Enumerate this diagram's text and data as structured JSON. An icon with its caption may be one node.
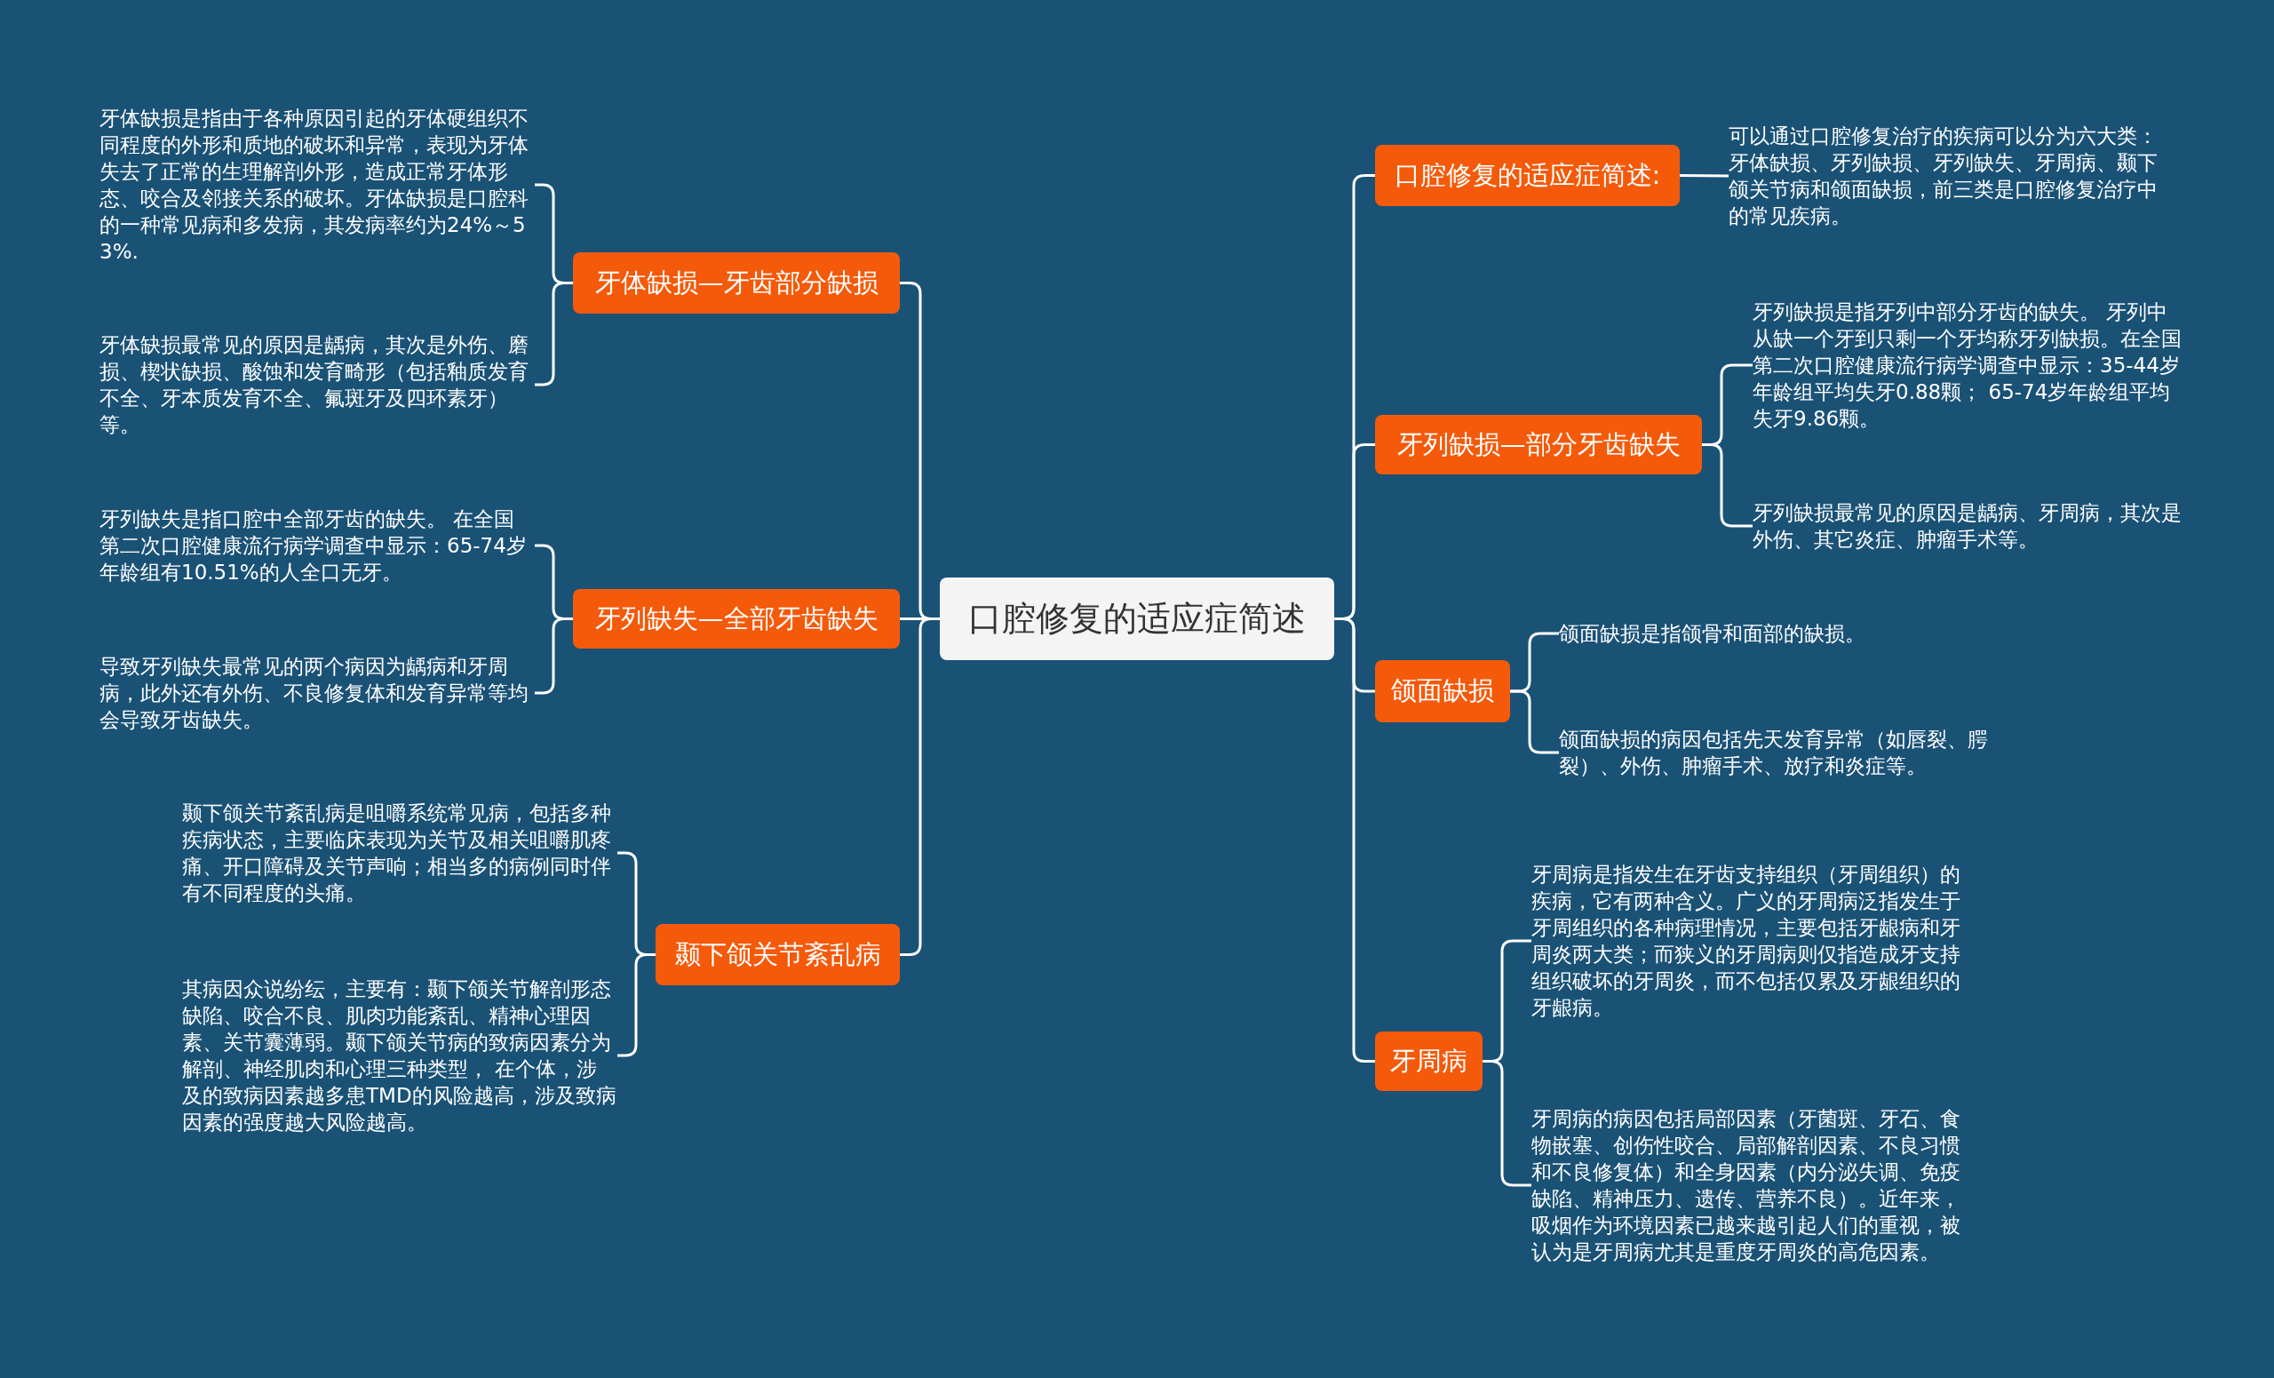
{
  "diagram": {
    "nodes": [
      {
        "text": [
          "口腔修复的适应症简述"
        ]
      },
      {
        "text": [
          "牙体缺损—牙齿部分缺损"
        ]
      },
      {
        "text": [
          "牙体缺损是指由于各种原因引起的牙体硬组织不同程度的外形和质地的破坏和异常，表现为牙体失去了正常的生理解剖外形，造成正常牙体形态、咬合及邻接关系的破坏。牙体缺损是口腔科的一种常见病和多发病，其发病率约为24%～53%."
        ]
      },
      {
        "text": [
          "牙体缺损最常见的原因是龋病，其次是外伤、磨损、楔状缺损、酸蚀和发育畸形（包括釉质发育不全、牙本质发育不全、氟斑牙及四环素牙）等。"
        ]
      },
      {
        "text": [
          "牙列缺失—全部牙齿缺失"
        ]
      },
      {
        "text": [
          "牙列缺失是指口腔中全部牙齿的缺失。 在全国第二次口腔健康流行病学调查中显示：65-74岁年龄组有10.51%的人全口无牙。"
        ]
      },
      {
        "text": [
          "导致牙列缺失最常见的两个病因为龋病和牙周病，此外还有外伤、不良修复体和发育异常等均会导致牙齿缺失。"
        ]
      },
      {
        "text": [
          "颞下颌关节紊乱病"
        ]
      },
      {
        "text": [
          "颞下颌关节紊乱病是咀嚼系统常见病，包括多种疾病状态，主要临床表现为关节及相关咀嚼肌疼痛、开口障碍及关节声响；相当多的病例同时伴有不同程度的头痛。"
        ]
      },
      {
        "text": [
          "其病因众说纷纭，主要有：颞下颌关节解剖形态缺陷、咬合不良、肌肉功能紊乱、精神心理因素、关节囊薄弱。颞下颌关节病的致病因素分为解剖、神经肌肉和心理三种类型， 在个体，涉及的致病因素越多患TMD的风险越高，涉及致病因素的强度越大风险越高。"
        ]
      },
      {
        "text": [
          "口腔修复的适应症简述:"
        ]
      },
      {
        "text": [
          "可以通过口腔修复治疗的疾病可以分为六大类：牙体缺损、牙列缺损、牙列缺失、牙周病、颞下颌关节病和颌面缺损，前三类是口腔修复治疗中的常见疾病。"
        ]
      },
      {
        "text": [
          "牙列缺损—部分牙齿缺失"
        ]
      },
      {
        "text": [
          "牙列缺损是指牙列中部分牙齿的缺失。 牙列中从缺一个牙到只剩一个牙均称牙列缺损。在全国第二次口腔健康流行病学调查中显示：35-44岁年龄组平均失牙0.88颗； 65-74岁年龄组平均失牙9.86颗。"
        ]
      },
      {
        "text": [
          "牙列缺损最常见的原因是龋病、牙周病，其次是外伤、其它炎症、肿瘤手术等。"
        ]
      },
      {
        "text": [
          "颌面缺损"
        ]
      },
      {
        "text": [
          "颌面缺损是指颌骨和面部的缺损。"
        ]
      },
      {
        "text": [
          "颌面缺损的病因包括先天发育异常（如唇裂、腭裂）、外伤、肿瘤手术、放疗和炎症等。"
        ]
      },
      {
        "text": [
          "牙周病"
        ]
      },
      {
        "text": [
          "牙周病是指发生在牙齿支持组织（牙周组织）的疾病，它有两种含义。广义的牙周病泛指发生于牙周组织的各种病理情况，主要包括牙龈病和牙周炎两大类；而狭义的牙周病则仅指造成牙支持组织破坏的牙周炎，而不包括仅累及牙龈组织的牙龈病。"
        ]
      },
      {
        "text": [
          "牙周病的病因包括局部因素（牙菌斑、牙石、食物嵌塞、创伤性咬合、局部解剖因素、不良习惯和不良修复体）和全身因素（内分泌失调、免疫缺陷、精神压力、遗传、营养不良）。近年来，吸烟作为环境因素已越来越引起人们的重视，被认为是牙周病尤其是重度牙周炎的高危因素。"
        ]
      }
    ],
    "edges": [
      {
        "from": 0,
        "to": 1,
        "arrow": "none"
      },
      {
        "from": 1,
        "to": 2,
        "arrow": "none"
      },
      {
        "from": 1,
        "to": 3,
        "arrow": "none"
      },
      {
        "from": 0,
        "to": 4,
        "arrow": "none"
      },
      {
        "from": 4,
        "to": 5,
        "arrow": "none"
      },
      {
        "from": 4,
        "to": 6,
        "arrow": "none"
      },
      {
        "from": 0,
        "to": 7,
        "arrow": "none"
      },
      {
        "from": 7,
        "to": 8,
        "arrow": "none"
      },
      {
        "from": 7,
        "to": 9,
        "arrow": "none"
      },
      {
        "from": 0,
        "to": 10,
        "arrow": "none"
      },
      {
        "from": 10,
        "to": 11,
        "arrow": "none"
      },
      {
        "from": 0,
        "to": 12,
        "arrow": "none"
      },
      {
        "from": 12,
        "to": 13,
        "arrow": "none"
      },
      {
        "from": 12,
        "to": 14,
        "arrow": "none"
      },
      {
        "from": 0,
        "to": 15,
        "arrow": "none"
      },
      {
        "from": 15,
        "to": 16,
        "arrow": "none"
      },
      {
        "from": 15,
        "to": 17,
        "arrow": "none"
      },
      {
        "from": 0,
        "to": 18,
        "arrow": "none"
      },
      {
        "from": 18,
        "to": 19,
        "arrow": "none"
      },
      {
        "from": 18,
        "to": 20,
        "arrow": "none"
      }
    ]
  }
}
